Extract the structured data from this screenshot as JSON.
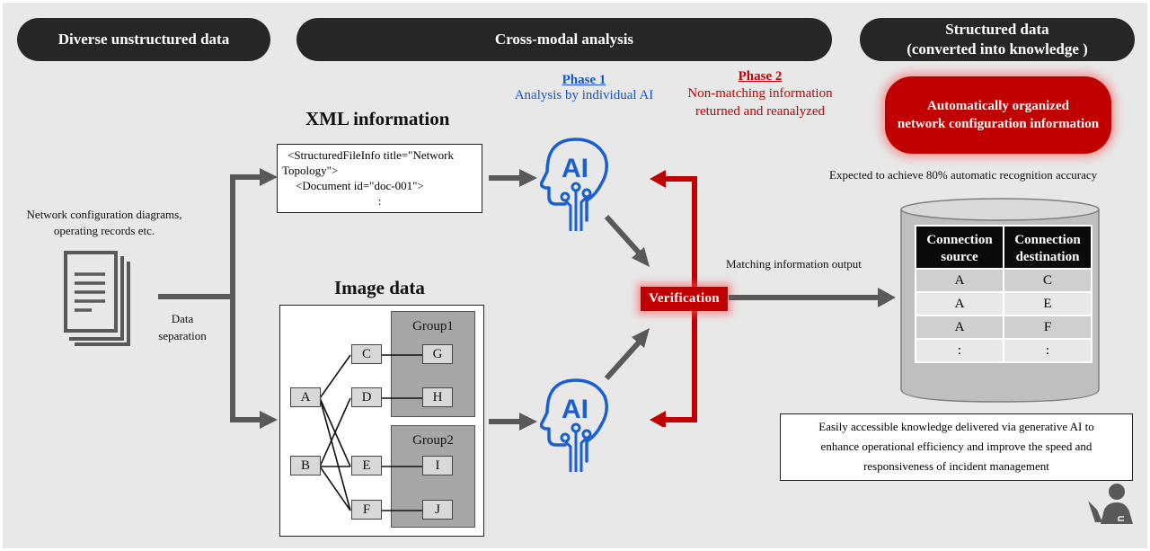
{
  "headers": {
    "left": "Diverse unstructured data",
    "middle": "Cross-modal analysis",
    "right_line1": "Structured data",
    "right_line2": "(converted into knowledge )"
  },
  "source": {
    "caption_line1": "Network configuration diagrams,",
    "caption_line2": "operating records etc.",
    "icon": "document-stack-icon",
    "split_label_line1": "Data",
    "split_label_line2": "separation"
  },
  "xml": {
    "title": "XML information",
    "line1": "<StructuredFileInfo title=\"Network",
    "line2": "Topology\">",
    "line3": "<Document id=\"doc-001\">",
    "line4": ":"
  },
  "image_data": {
    "title": "Image data",
    "nodes": [
      "A",
      "B",
      "C",
      "D",
      "E",
      "F",
      "G",
      "H",
      "I",
      "J"
    ],
    "groups": [
      "Group1",
      "Group2"
    ]
  },
  "phase1": {
    "title": "Phase 1",
    "subtitle": "Analysis by individual AI"
  },
  "phase2": {
    "title": "Phase 2",
    "subtitle_line1": "Non-matching information",
    "subtitle_line2": "returned and reanalyzed"
  },
  "ai_icon_text": "AI",
  "verification": "Verification",
  "matching_output": "Matching information output",
  "result": {
    "pill_line1": "Automatically organized",
    "pill_line2": "network configuration information",
    "accuracy": "Expected to achieve 80% automatic recognition accuracy"
  },
  "table": {
    "headers": [
      {
        "line1": "Connection",
        "line2": "source"
      },
      {
        "line1": "Connection",
        "line2": "destination"
      }
    ],
    "rows": [
      [
        "A",
        "C"
      ],
      [
        "A",
        "E"
      ],
      [
        "A",
        "F"
      ],
      [
        ":",
        ":"
      ]
    ]
  },
  "benefit": {
    "line1": "Easily accessible knowledge delivered via generative AI to",
    "line2": "enhance operational efficiency and improve the speed and",
    "line3": "responsiveness of incident management"
  },
  "colors": {
    "header_bg": "#262626",
    "phase1": "#1656c8",
    "accent_red": "#c00000",
    "arrow_gray": "#595959",
    "ai_blue": "#1a5fd0"
  }
}
